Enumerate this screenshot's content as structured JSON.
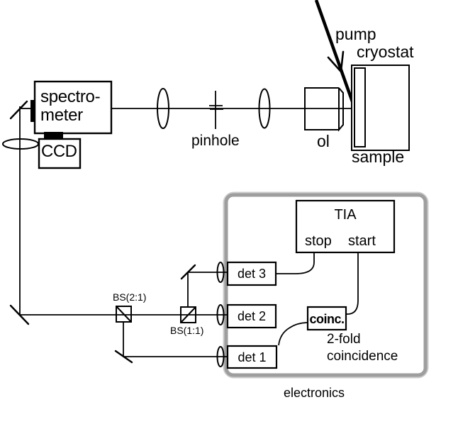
{
  "diagram": {
    "title_hint": "optical photon-correlation measurement setup",
    "optical": {
      "spectrometer_line1": "spectro-",
      "spectrometer_line2": "meter",
      "ccd": "CCD",
      "pinhole": "pinhole",
      "objective": "ol",
      "pump": "pump",
      "cryostat": "cryostat",
      "sample": "sample",
      "beamsplitter_21": "BS(2:1)",
      "beamsplitter_11": "BS(1:1)"
    },
    "electronics": {
      "tia": "TIA",
      "stop": "stop",
      "start": "start",
      "det3": "det 3",
      "det2": "det 2",
      "det1": "det 1",
      "coinc": "coinc.",
      "coincidence_line1": "2-fold",
      "coincidence_line2": "coincidence",
      "panel_label": "electronics"
    },
    "colors": {
      "line": "#000000",
      "panel_border": "#9e9e9e",
      "panel_border_halo": "#cccccc",
      "background": "#ffffff",
      "box_fill": "#ffffff"
    }
  }
}
